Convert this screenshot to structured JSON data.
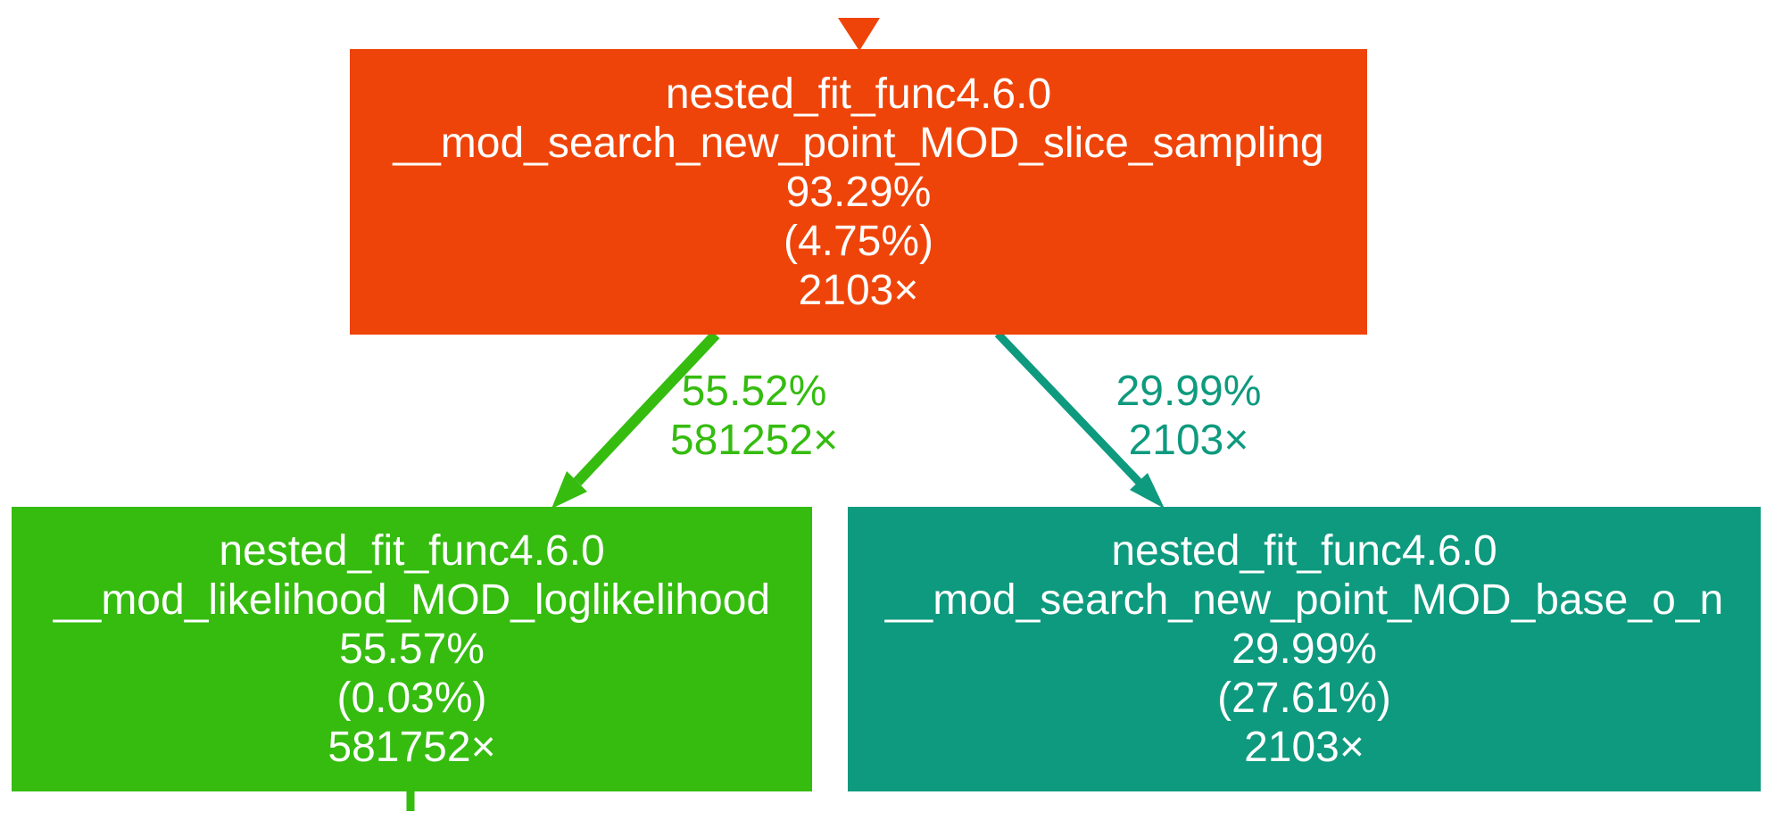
{
  "colors": {
    "hot_orange": "#EF4409",
    "green": "#35BC0F",
    "teal": "#0E9A7E",
    "node_text": "#FFFFFF",
    "background": "#FFFFFF"
  },
  "nodes": {
    "slice_sampling": {
      "lines": [
        "nested_fit_func4.6.0",
        "__mod_search_new_point_MOD_slice_sampling",
        "93.29%",
        "(4.75%)",
        "2103×"
      ],
      "total_pct": "93.29%",
      "self_pct": "(4.75%)",
      "calls": "2103×",
      "color": "#EF4409"
    },
    "loglikelihood": {
      "lines": [
        "nested_fit_func4.6.0",
        "__mod_likelihood_MOD_loglikelihood",
        "55.57%",
        "(0.03%)",
        "581752×"
      ],
      "total_pct": "55.57%",
      "self_pct": "(0.03%)",
      "calls": "581752×",
      "color": "#35BC0F"
    },
    "base_o_n": {
      "lines": [
        "nested_fit_func4.6.0",
        "__mod_search_new_point_MOD_base_o_n",
        "29.99%",
        "(27.61%)",
        "2103×"
      ],
      "total_pct": "29.99%",
      "self_pct": "(27.61%)",
      "calls": "2103×",
      "color": "#0E9A7E"
    }
  },
  "edges": {
    "to_loglikelihood": {
      "labels": [
        "55.52%",
        "581252×"
      ],
      "color": "#35BC0F"
    },
    "to_base_o_n": {
      "labels": [
        "29.99%",
        "2103×"
      ],
      "color": "#0E9A7E"
    },
    "incoming": {
      "color": "#EF4409"
    },
    "outgoing_from_loglikelihood": {
      "color": "#35BC0F"
    }
  }
}
